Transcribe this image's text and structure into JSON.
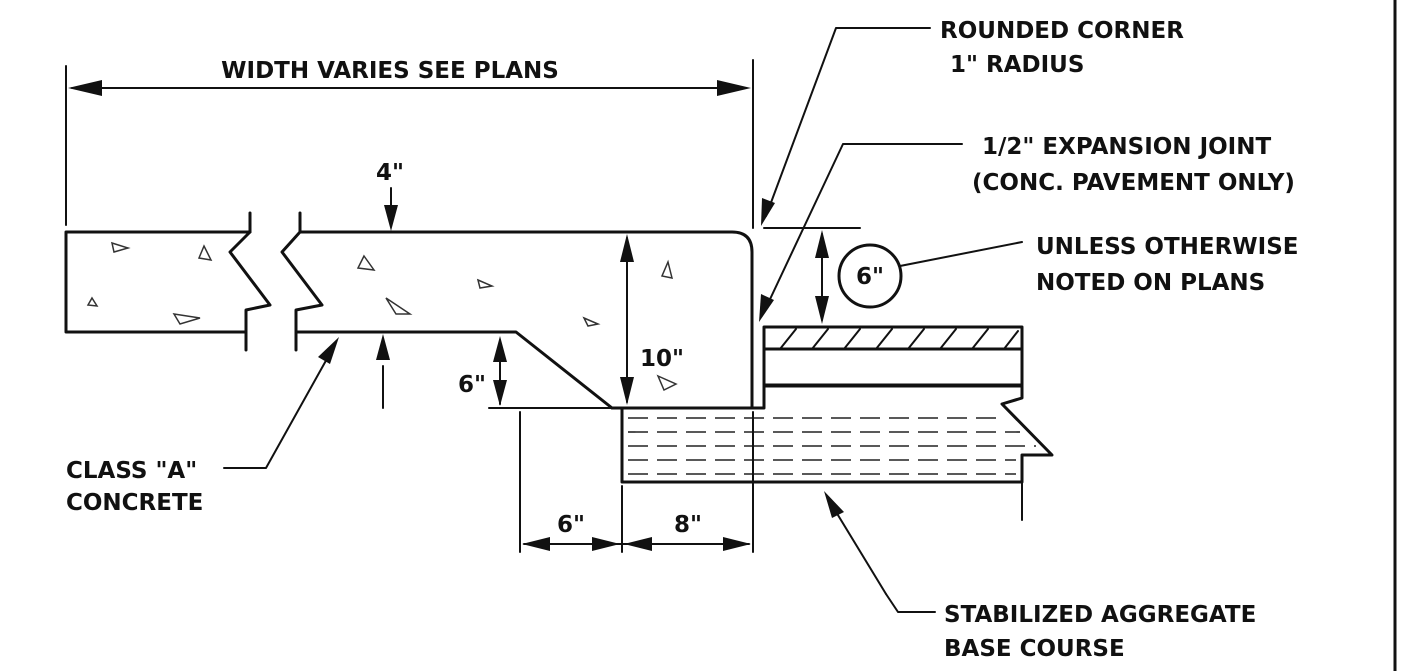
{
  "labels": {
    "width_varies": "WIDTH VARIES SEE PLANS",
    "rounded_corner_line1": "ROUNDED CORNER",
    "rounded_corner_line2": "1\" RADIUS",
    "expansion_joint_line1": "1/2\" EXPANSION JOINT",
    "expansion_joint_line2": "(CONC. PAVEMENT ONLY)",
    "unless_line1": "UNLESS OTHERWISE",
    "unless_line2": "NOTED ON PLANS",
    "class_a_line1": "CLASS \"A\"",
    "class_a_line2": "CONCRETE",
    "stabilized_line1": "STABILIZED AGGREGATE",
    "stabilized_line2": "BASE COURSE"
  },
  "dimensions": {
    "top_thickness": "4\"",
    "curb_height": "10\"",
    "toe_height": "6\"",
    "curb_exposure": "6\"",
    "base_extension": "6\"",
    "curb_width": "8\""
  },
  "colors": {
    "ink": "#111111",
    "background": "#ffffff"
  }
}
